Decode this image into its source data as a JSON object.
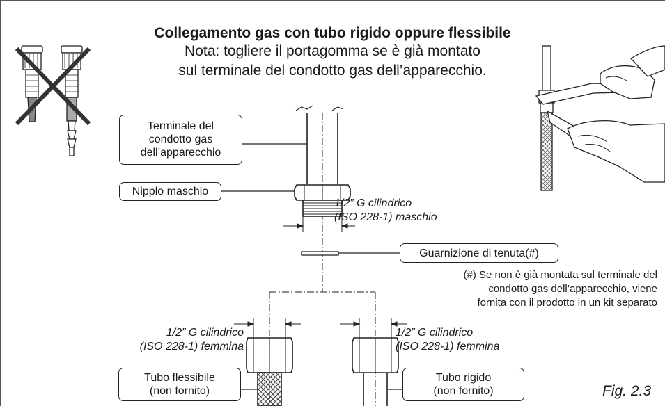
{
  "title": "Collegamento gas con tubo rigido oppure flessibile",
  "note_lines": [
    "Nota: togliere il portagomma se è già montato",
    "sul terminale del condotto gas dell’apparecchio."
  ],
  "callouts": {
    "terminal_lines": [
      "Terminale del",
      "condotto gas",
      "dell’apparecchio"
    ],
    "male_nipple": "Nipplo maschio",
    "gasket": "Guarnizione di tenuta(#)",
    "flexible_lines": [
      "Tubo flessibile",
      "(non fornito)"
    ],
    "rigid_lines": [
      "Tubo rigido",
      "(non fornito)"
    ]
  },
  "thread_labels": {
    "male_lines": [
      "1/2” G cilindrico",
      "(ISO 228-1) maschio"
    ],
    "female_left_lines": [
      "1/2” G cilindrico",
      "(ISO 228-1) femmina"
    ],
    "female_right_lines": [
      "1/2” G cilindrico",
      "(ISO 228-1) femmina"
    ]
  },
  "footnote_lines": [
    "(#) Se non è già montata sul terminale del",
    "condotto gas dell’apparecchio, viene",
    "fornita con il prodotto in un kit separato"
  ],
  "figure_label": "Fig. 2.3",
  "icons": {
    "crossed_fittings": "hose-barb-fittings-crossed-icon",
    "hands": "hands-with-wrenches-illustration"
  },
  "colors": {
    "line": "#1a1a1a",
    "cross": "#333333",
    "braid": "#444444"
  }
}
